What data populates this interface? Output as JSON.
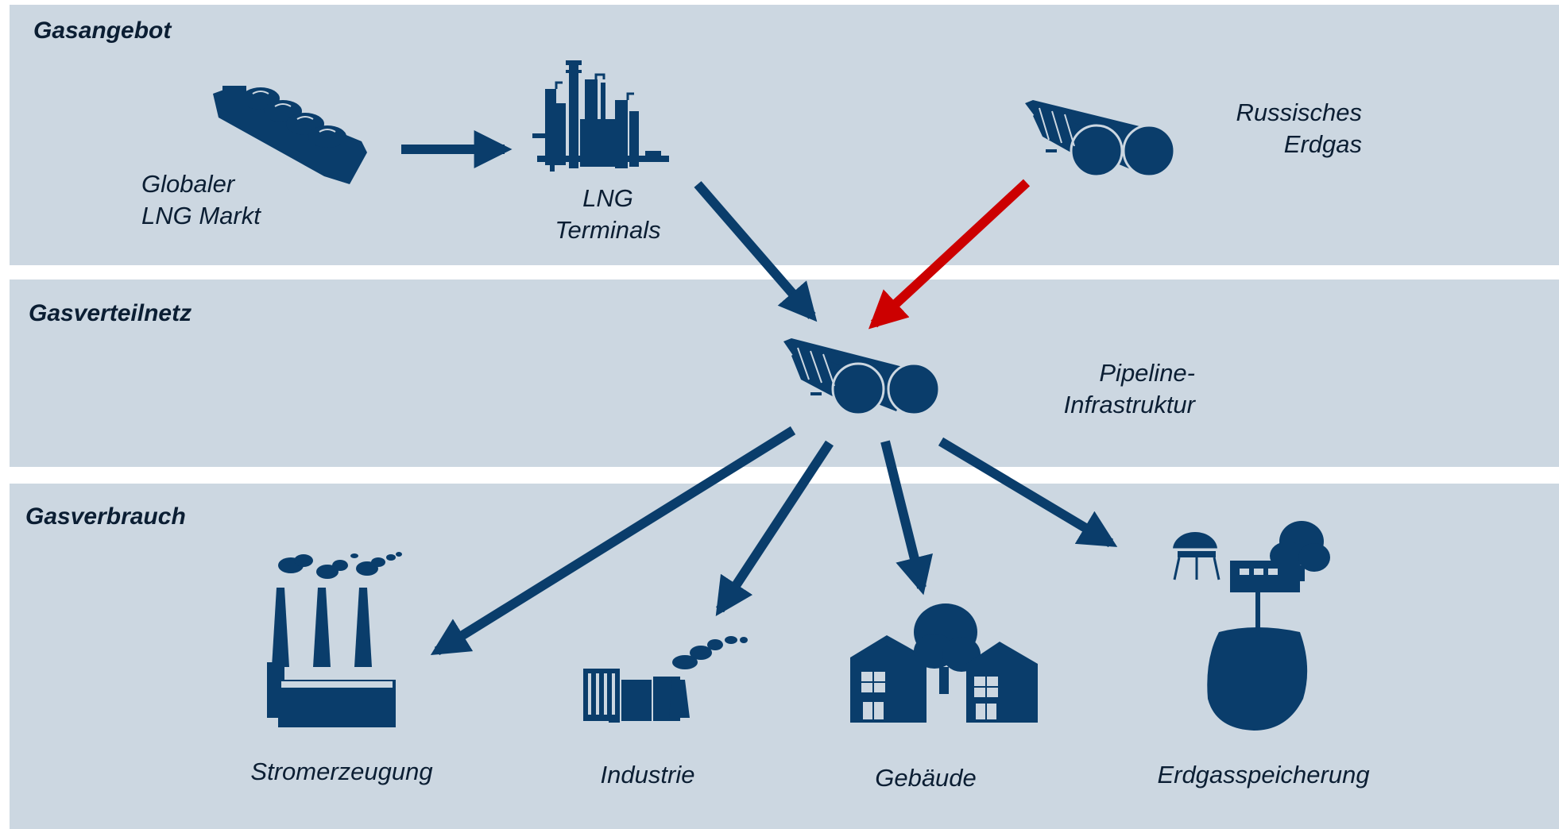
{
  "colors": {
    "band": "#ccd7e1",
    "icon": "#0a3d6b",
    "arrow": "#0a3d6b",
    "risk_arrow": "#cc0000",
    "text": "#0b1e33"
  },
  "sections": {
    "supply": "Gasangebot",
    "grid": "Gasverteilnetz",
    "consumption": "Gasverbrauch"
  },
  "nodes": {
    "lng_market": {
      "line1": "Globaler",
      "line2": "LNG Markt",
      "icon": "lng-tanker-icon"
    },
    "lng_terminals": {
      "line1": "LNG",
      "line2": "Terminals",
      "icon": "refinery-icon"
    },
    "russian_gas": {
      "line1": "Russisches",
      "line2": "Erdgas",
      "icon": "pipeline-icon"
    },
    "pipeline": {
      "line1": "Pipeline-",
      "line2": "Infrastruktur",
      "icon": "pipeline-icon"
    },
    "power": {
      "label": "Stromerzeugung",
      "icon": "power-plant-icon"
    },
    "industry": {
      "label": "Industrie",
      "icon": "factory-icon"
    },
    "buildings": {
      "label": "Gebäude",
      "icon": "houses-icon"
    },
    "storage": {
      "label": "Erdgasspeicherung",
      "icon": "gas-storage-icon"
    }
  },
  "edges": [
    {
      "from": "lng_market",
      "to": "lng_terminals",
      "color": "arrow"
    },
    {
      "from": "lng_terminals",
      "to": "pipeline",
      "color": "arrow"
    },
    {
      "from": "russian_gas",
      "to": "pipeline",
      "color": "risk_arrow"
    },
    {
      "from": "pipeline",
      "to": "power",
      "color": "arrow"
    },
    {
      "from": "pipeline",
      "to": "industry",
      "color": "arrow"
    },
    {
      "from": "pipeline",
      "to": "buildings",
      "color": "arrow"
    },
    {
      "from": "pipeline",
      "to": "storage",
      "color": "arrow"
    }
  ]
}
